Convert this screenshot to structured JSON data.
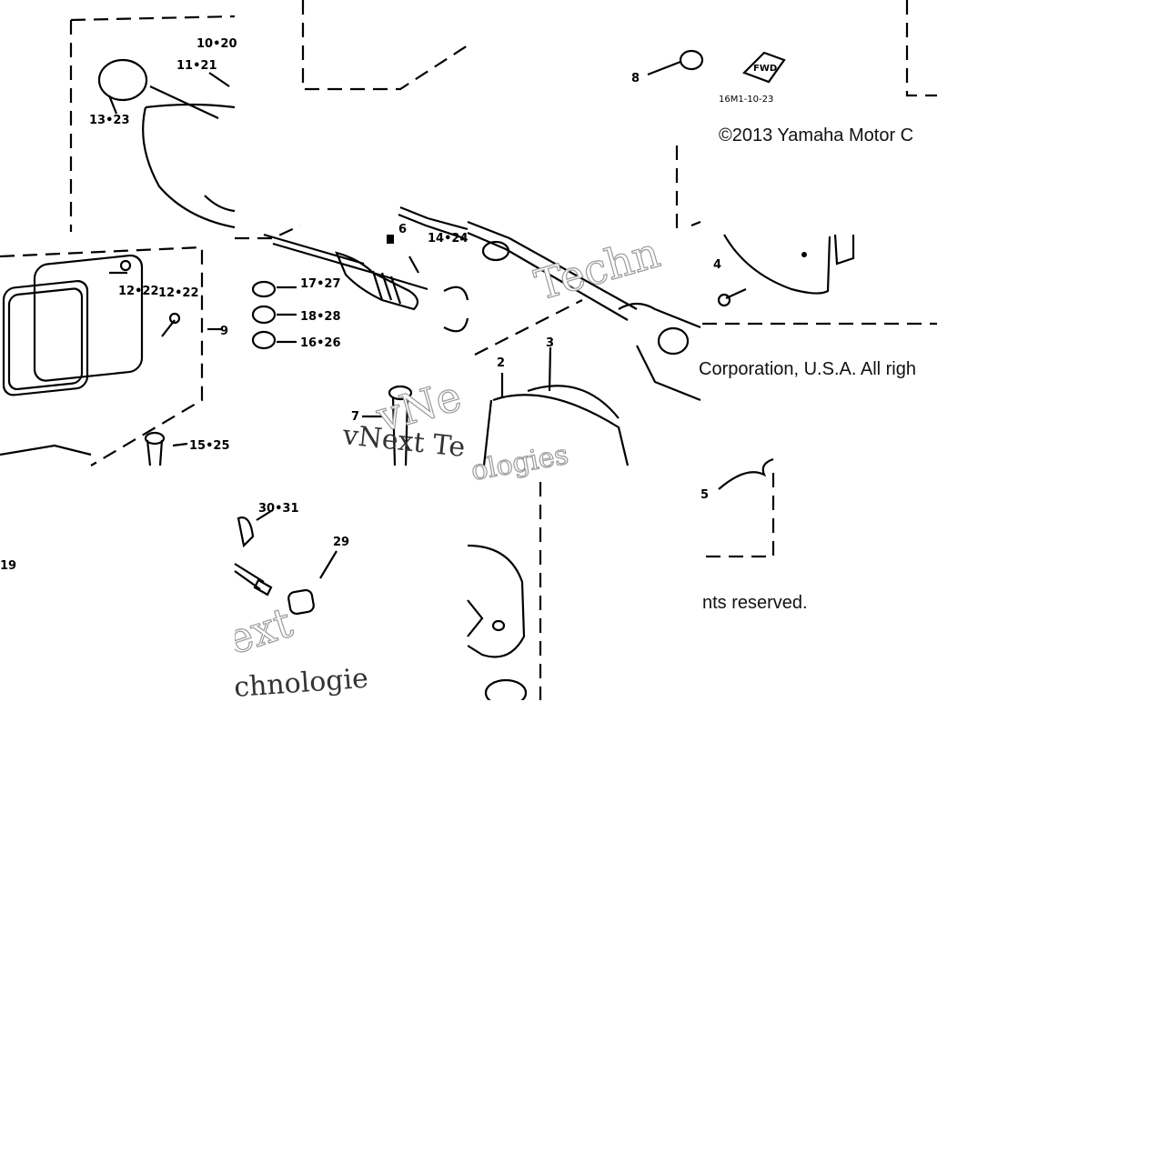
{
  "copyright": {
    "part1": "©2013 Yamaha Motor C",
    "part2": "Corporation, U.S.A. All righ",
    "part3": "nts reserved."
  },
  "watermark": {
    "tech": "Techn",
    "vnext": "vNext Te",
    "vne": "vNe",
    "ext": "ext",
    "chnologies": "chnologies",
    "ologies": "ologies"
  },
  "callouts": {
    "c10_20": "10•20",
    "c11_21": "11•21",
    "c13_23": "13•23",
    "c12_22a": "12•22",
    "c12_22b": "12•22",
    "c9": "9",
    "c15_25": "15•25",
    "c16_26": "16•26",
    "c17_27": "17•27",
    "c18_28": "18•28",
    "c14_24": "14•24",
    "c6": "6",
    "c7": "7",
    "c2": "2",
    "c3": "3",
    "c4": "4",
    "c5": "5",
    "c8": "8",
    "c29": "29",
    "c30_31": "30•31",
    "c19": "19",
    "fwd": "FWD",
    "ref": "16M1-10-23"
  }
}
